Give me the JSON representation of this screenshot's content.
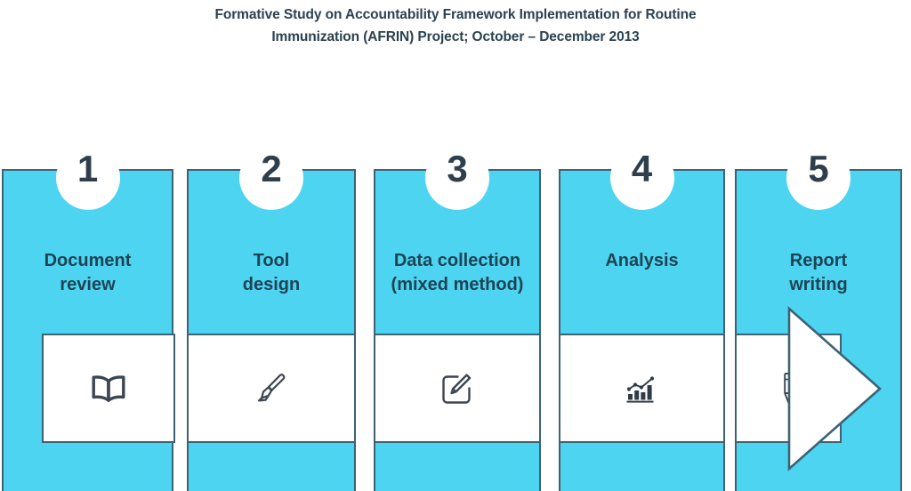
{
  "title": {
    "line1": "Formative Study on Accountability Framework Implementation for Routine",
    "line2": "Immunization (AFRIN) Project; October – December 2013"
  },
  "colors": {
    "card_fill": "#4cd4f0",
    "border": "#3d6274",
    "label_text": "#1f4355",
    "number_text": "#2f3e4b",
    "title_text": "#2c4150",
    "icon_stroke": "#3c4650",
    "arrow_fill": "#ffffff"
  },
  "flow": {
    "arrow": {
      "name": "process-arrow",
      "direction": "right"
    },
    "steps": [
      {
        "number": "1",
        "label_line1": "Document",
        "label_line2": "review",
        "icon": "open-book-icon"
      },
      {
        "number": "2",
        "label_line1": "Tool",
        "label_line2": "design",
        "icon": "paintbrush-icon"
      },
      {
        "number": "3",
        "label_line1": "Data collection",
        "label_line2": "(mixed method)",
        "icon": "edit-square-icon"
      },
      {
        "number": "4",
        "label_line1": "Analysis",
        "label_line2": "",
        "icon": "bar-chart-trend-icon"
      },
      {
        "number": "5",
        "label_line1": "Report",
        "label_line2": "writing",
        "icon": "pencil-icon"
      }
    ]
  }
}
